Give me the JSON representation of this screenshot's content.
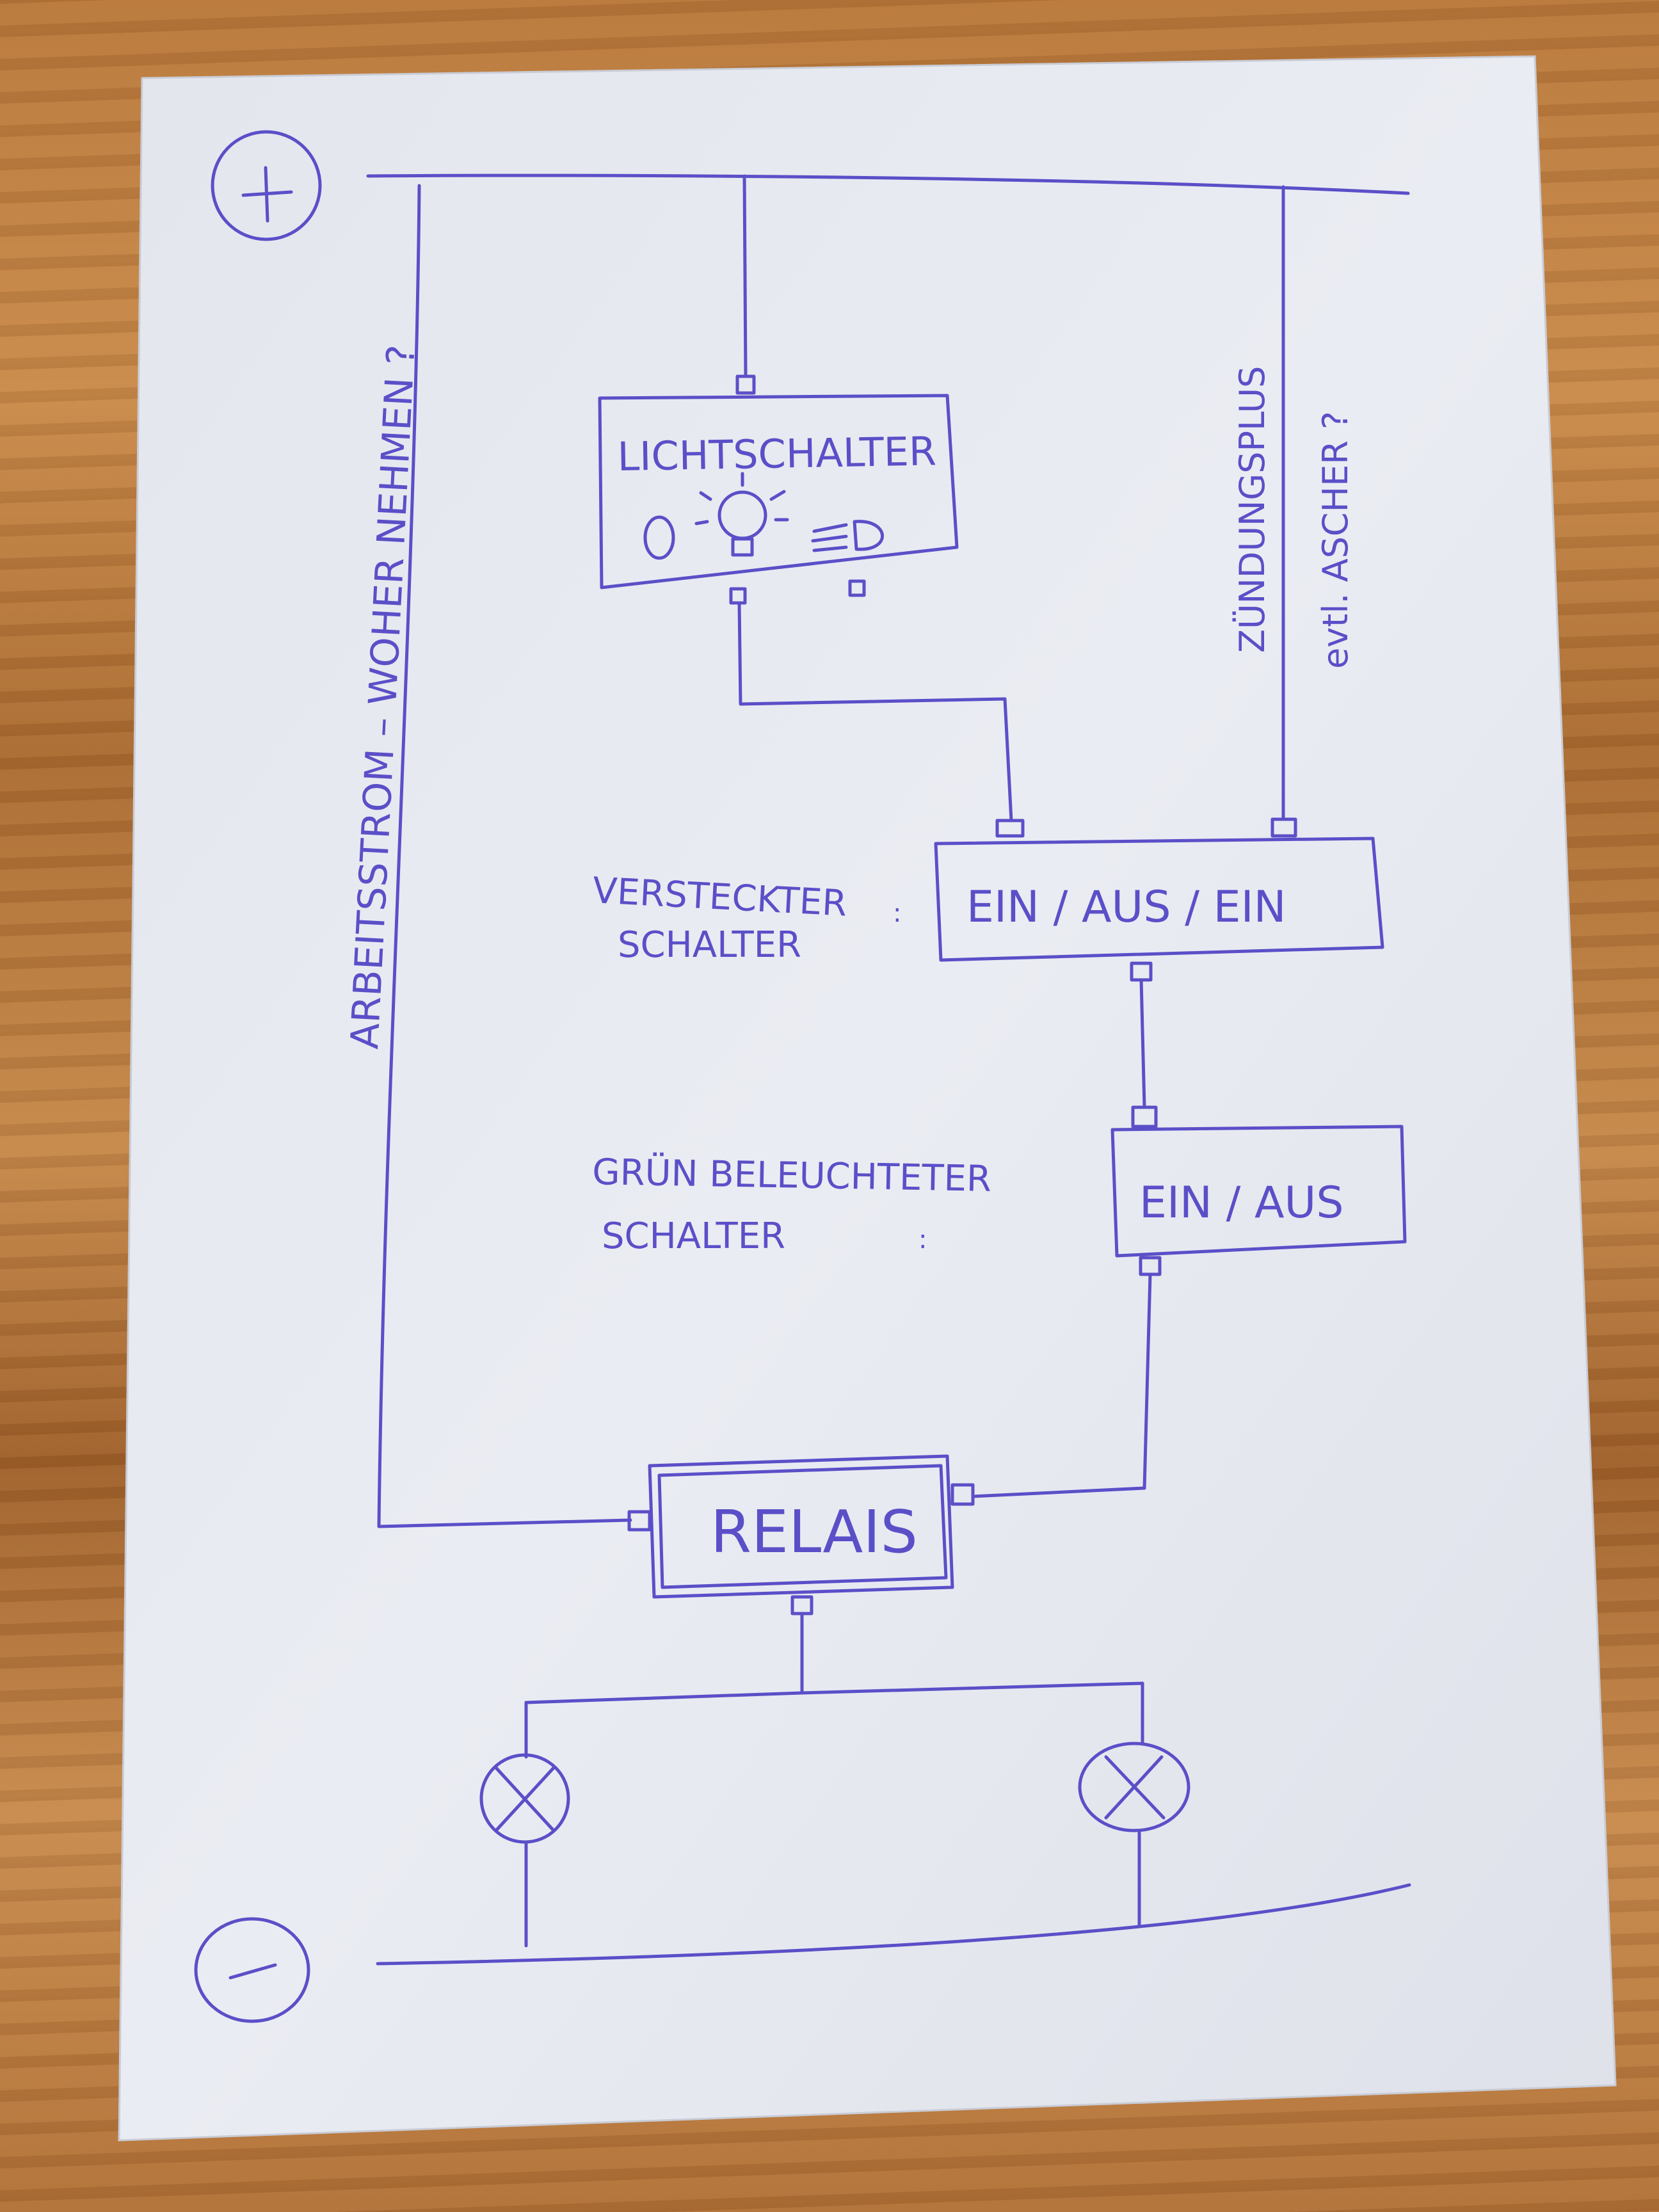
{
  "diagram": {
    "terminals": {
      "positive": "+",
      "negative": "–"
    },
    "side_notes": {
      "work_current": "ARBEITSSTROM – WOHER NEHMEN ?",
      "ignition_plus": "ZÜNDUNGSPLUS",
      "ignition_alt": "evtl. ASCHER ?"
    },
    "components": {
      "light_switch": {
        "title": "LICHTSCHALTER",
        "symbols": [
          "off-symbol",
          "bulb-icon",
          "headlight-icon"
        ]
      },
      "hidden_switch": {
        "label_line1": "VERSTECKTER",
        "label_line2": "SCHALTER",
        "label_colon": ":",
        "box_text": "EIN / AUS / EIN"
      },
      "green_switch": {
        "label_line1": "GRÜN BELEUCHTETER",
        "label_line2": "SCHALTER",
        "label_colon": ":",
        "box_text": "EIN / AUS"
      },
      "relay": {
        "box_text": "RELAIS"
      },
      "lamps": [
        "lamp-left",
        "lamp-right"
      ]
    },
    "colors": {
      "ink": "#5b4fc8",
      "paper": "#e6e8f0"
    }
  }
}
